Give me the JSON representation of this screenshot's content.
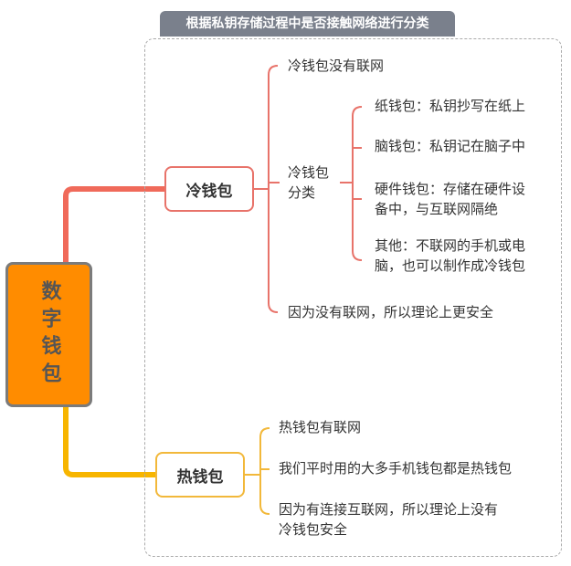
{
  "header": {
    "title": "根据私钥存储过程中是否接触网络进行分类"
  },
  "root": {
    "label": "数字钱包"
  },
  "cold": {
    "label": "冷钱包",
    "items": [
      "冷钱包没有联网",
      "冷钱包",
      "分类",
      "因为没有联网，所以理论上更安全"
    ],
    "categories": [
      {
        "line1": "纸钱包：私钥抄写在纸上"
      },
      {
        "line1": "脑钱包：私钥记在脑子中"
      },
      {
        "line1": "硬件钱包：存储在硬件设",
        "line2": "备中，与互联网隔绝"
      },
      {
        "line1": "其他：不联网的手机或电",
        "line2": "脑，也可以制作成冷钱包"
      }
    ]
  },
  "hot": {
    "label": "热钱包",
    "items": [
      {
        "line1": "热钱包有联网"
      },
      {
        "line1": "我们平时用的大多手机钱包都是热钱包"
      },
      {
        "line1": "因为有连接互联网，所以理论上没有",
        "line2": "冷钱包安全"
      }
    ]
  },
  "colors": {
    "root": "#ff8c00",
    "cold": "#e8736a",
    "hot": "#f2b83a",
    "tag": "#7a808c"
  }
}
